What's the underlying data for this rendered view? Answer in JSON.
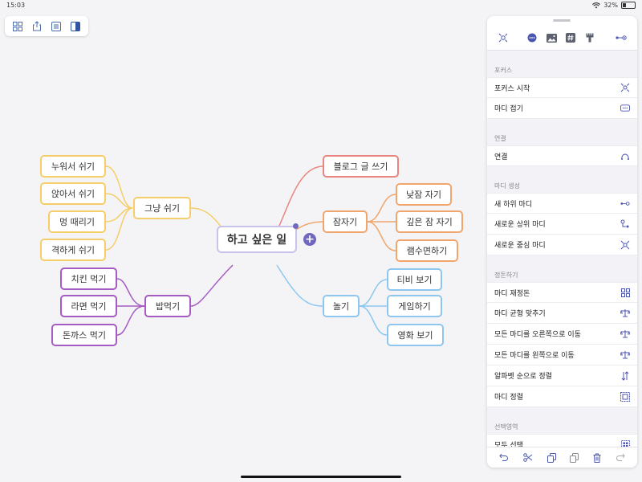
{
  "status": {
    "time": "15:03",
    "battery": "32%",
    "battery_level": 0.32
  },
  "colors": {
    "accent": "#6f67c0",
    "yellow": "#f5ce6a",
    "purple": "#a65bc2",
    "red": "#e8857e",
    "orange": "#f0a56c",
    "blue": "#8dc7f0"
  },
  "toolbar": {
    "icons": [
      "grid-icon",
      "share-icon",
      "outline-icon",
      "sidebar-icon"
    ]
  },
  "mindmap": {
    "root": "하고 싶은 일",
    "left": {
      "rest": {
        "label": "그냥 쉬기",
        "children": [
          "누워서 쉬기",
          "앉아서 쉬기",
          "멍 때리기",
          "격하게 쉬기"
        ]
      },
      "meal": {
        "label": "밥먹기",
        "children": [
          "치킨 먹기",
          "라면 먹기",
          "돈까스 먹기"
        ]
      }
    },
    "right": {
      "blog": {
        "label": "블로그 글 쓰기"
      },
      "sleep": {
        "label": "잠자기",
        "children": [
          "낮잠 자기",
          "깊은 잠 자기",
          "램수면하기"
        ]
      },
      "play": {
        "label": "놀기",
        "children": [
          "티비 보기",
          "게임하기",
          "영화 보기"
        ]
      }
    }
  },
  "panel": {
    "tabs": [
      "focus-icon",
      "more-icon",
      "image-icon",
      "hashtag-icon",
      "brush-icon",
      "connect-icon"
    ],
    "sections": [
      {
        "title": "포커스",
        "items": [
          {
            "label": "포커스 시작",
            "icon": "focus-start-icon"
          },
          {
            "label": "마디 접기",
            "icon": "collapse-icon"
          }
        ]
      },
      {
        "title": "연결",
        "items": [
          {
            "label": "연결",
            "icon": "link-curve-icon"
          }
        ]
      },
      {
        "title": "마디 생성",
        "items": [
          {
            "label": "새 하위 마디",
            "icon": "child-node-icon"
          },
          {
            "label": "새로운 상위 마디",
            "icon": "parent-node-icon"
          },
          {
            "label": "새로운 중심 마디",
            "icon": "center-node-icon"
          }
        ]
      },
      {
        "title": "정돈하기",
        "items": [
          {
            "label": "마디 재정돈",
            "icon": "rearrange-icon"
          },
          {
            "label": "마디 균형 맞추기",
            "icon": "balance-icon"
          },
          {
            "label": "모든 마디를 오른쪽으로 이동",
            "icon": "move-right-icon"
          },
          {
            "label": "모든 마디를 왼쪽으로 이동",
            "icon": "move-left-icon"
          },
          {
            "label": "알파벳 순으로 정렬",
            "icon": "sort-alpha-icon"
          },
          {
            "label": "마디 정렬",
            "icon": "align-icon"
          }
        ]
      },
      {
        "title": "선택영역",
        "items": [
          {
            "label": "모두 선택",
            "icon": "select-all-icon"
          }
        ]
      }
    ],
    "bottom": [
      "undo-icon",
      "cut-icon",
      "copy-icon",
      "paste-icon",
      "delete-icon",
      "redo-icon"
    ]
  }
}
